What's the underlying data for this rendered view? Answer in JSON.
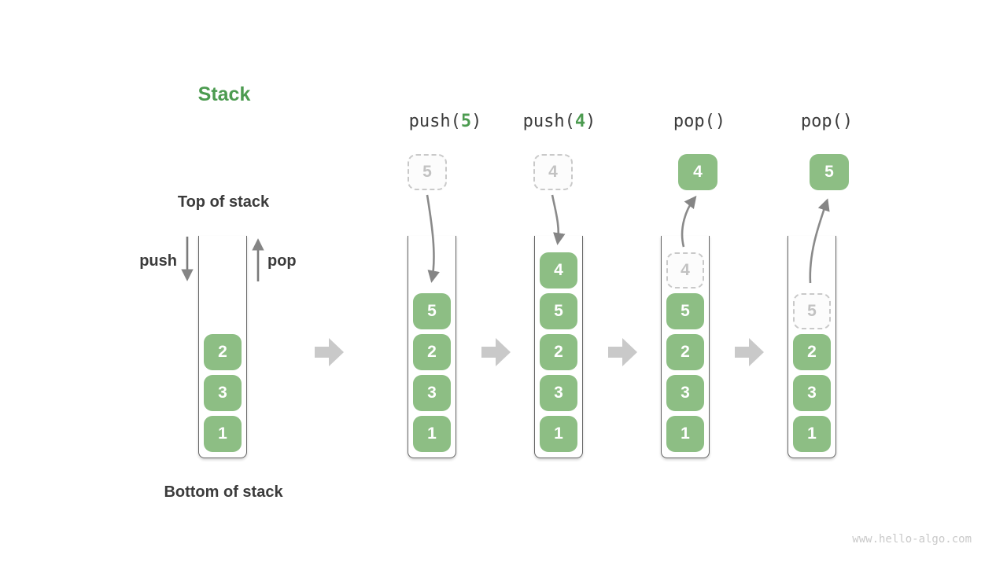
{
  "diagram": {
    "title": "Stack",
    "top_label": "Top of stack",
    "bottom_label": "Bottom of stack",
    "push_label": "push",
    "pop_label": "pop",
    "watermark": "www.hello-algo.com"
  },
  "colors": {
    "green_box": "#8DBE84",
    "green_accent": "#4C9B50",
    "text_dark": "#3B3B3B",
    "arrow_gray": "#858585",
    "block_arrow_gray": "#C9C9C9",
    "dashed_border": "#C9C9C9",
    "ghost_text": "#C2C2C2",
    "watermark_gray": "#C9C9C9",
    "wall_gray": "#666666"
  },
  "icons": {
    "push_arrow": "arrow-down",
    "pop_arrow": "arrow-up",
    "transition_arrow": "block-arrow-right",
    "push_flow_arrow": "curved-arrow-down",
    "pop_flow_arrow": "curved-arrow-up"
  },
  "columns": [
    {
      "name": "initial-stack",
      "items": [
        {
          "value": "2",
          "state": "solid"
        },
        {
          "value": "3",
          "state": "solid"
        },
        {
          "value": "1",
          "state": "solid"
        }
      ]
    },
    {
      "name": "after-push-5",
      "operation": {
        "prefix": "push(",
        "arg": "5",
        "suffix": ")"
      },
      "floating": {
        "value": "5",
        "state": "dashed"
      },
      "items": [
        {
          "value": "5",
          "state": "solid"
        },
        {
          "value": "2",
          "state": "solid"
        },
        {
          "value": "3",
          "state": "solid"
        },
        {
          "value": "1",
          "state": "solid"
        }
      ]
    },
    {
      "name": "after-push-4",
      "operation": {
        "prefix": "push(",
        "arg": "4",
        "suffix": ")"
      },
      "floating": {
        "value": "4",
        "state": "dashed"
      },
      "items": [
        {
          "value": "4",
          "state": "solid"
        },
        {
          "value": "5",
          "state": "solid"
        },
        {
          "value": "2",
          "state": "solid"
        },
        {
          "value": "3",
          "state": "solid"
        },
        {
          "value": "1",
          "state": "solid"
        }
      ]
    },
    {
      "name": "after-pop-4",
      "operation": {
        "prefix": "pop()",
        "arg": "",
        "suffix": ""
      },
      "floating": {
        "value": "4",
        "state": "popped"
      },
      "items": [
        {
          "value": "4",
          "state": "ghost"
        },
        {
          "value": "5",
          "state": "solid"
        },
        {
          "value": "2",
          "state": "solid"
        },
        {
          "value": "3",
          "state": "solid"
        },
        {
          "value": "1",
          "state": "solid"
        }
      ]
    },
    {
      "name": "after-pop-5",
      "operation": {
        "prefix": "pop()",
        "arg": "",
        "suffix": ""
      },
      "floating": {
        "value": "5",
        "state": "popped"
      },
      "items": [
        {
          "value": "5",
          "state": "ghost"
        },
        {
          "value": "2",
          "state": "solid"
        },
        {
          "value": "3",
          "state": "solid"
        },
        {
          "value": "1",
          "state": "solid"
        }
      ]
    }
  ]
}
